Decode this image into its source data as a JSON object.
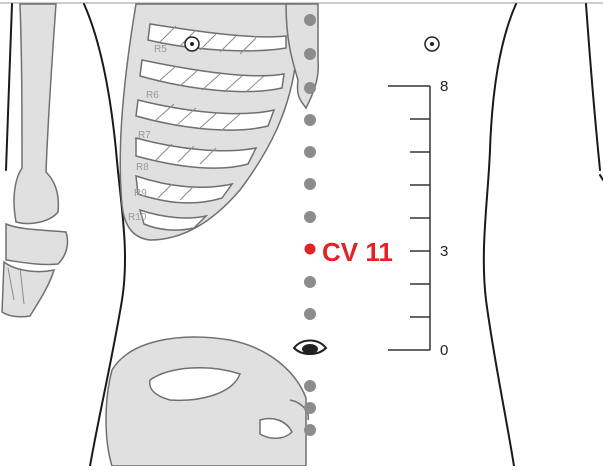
{
  "point": {
    "name": "CV 11",
    "color": "#e32226"
  },
  "scale": {
    "labels": [
      "8",
      "3",
      "0"
    ]
  },
  "ribs": {
    "labels": [
      "R5",
      "R6",
      "R7",
      "R8",
      "R9",
      "R10"
    ]
  },
  "colors": {
    "bone_fill": "#e0e0e0",
    "bone_stroke": "#707070",
    "body_outline": "#1a1a1a",
    "meridian_dot": "#8c8c8c",
    "scale_line": "#333333",
    "background": "#ffffff"
  },
  "icons": {
    "nipple": "circle-dot",
    "navel": "eye-shape"
  }
}
